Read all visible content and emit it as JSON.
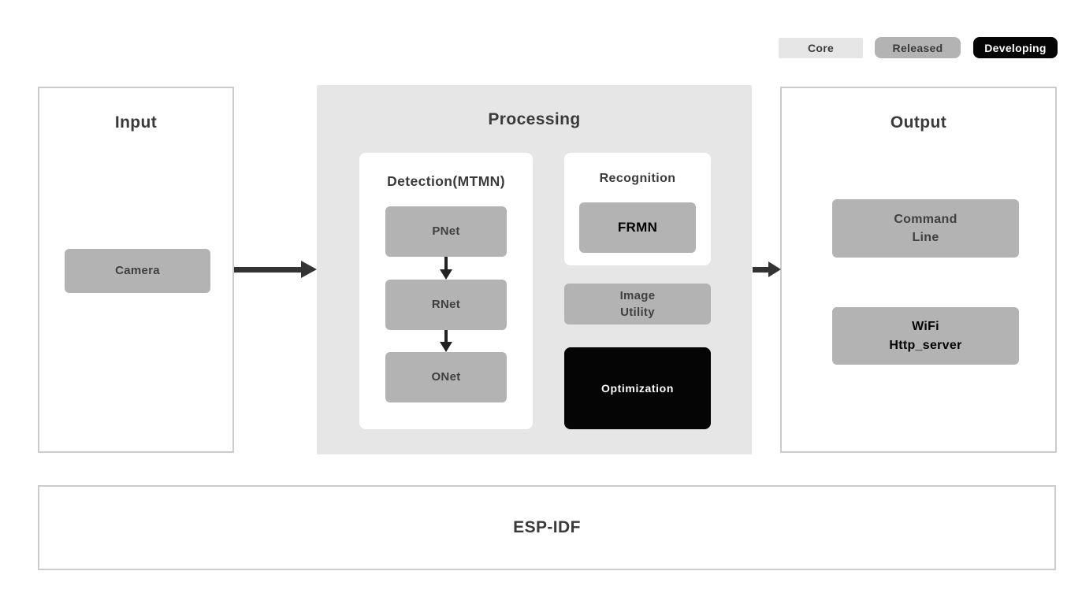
{
  "legend": {
    "items": [
      {
        "label": "Core",
        "bg": "#e6e6e6",
        "text_color": "#3a3a3a"
      },
      {
        "label": "Released",
        "bg": "#b3b3b3",
        "text_color": "#3a3a3a"
      },
      {
        "label": "Developing",
        "bg": "#050505",
        "text_color": "#ffffff"
      }
    ]
  },
  "colors": {
    "node_gray": "#b3b3b3",
    "processing_bg": "#e6e6e6",
    "panel_border": "#cccccc",
    "dark_text": "#404040",
    "title_text": "#3a3a3a",
    "black": "#050505",
    "arrow": "#333333"
  },
  "input": {
    "title": "Input",
    "camera_label": "Camera"
  },
  "processing": {
    "title": "Processing",
    "detection": {
      "title": "Detection(MTMN)",
      "nodes": [
        {
          "label": "PNet"
        },
        {
          "label": "RNet"
        },
        {
          "label": "ONet"
        }
      ]
    },
    "recognition": {
      "title": "Recognition",
      "frmn_label": "FRMN"
    },
    "image_utility_label": "Image\nUtility",
    "optimization_label": "Optimization"
  },
  "output": {
    "title": "Output",
    "command_line_label": "Command\nLine",
    "wifi_label": "WiFi\nHttp_server"
  },
  "footer": {
    "title": "ESP-IDF"
  }
}
